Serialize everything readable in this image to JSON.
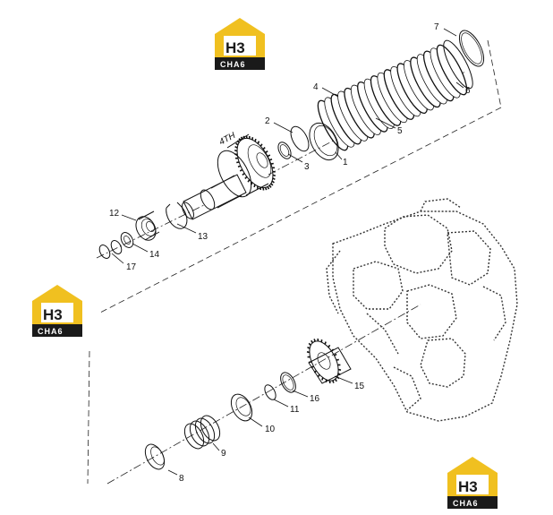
{
  "logos": [
    {
      "top_text": "H3",
      "bottom_text": "CHA6",
      "primary_color": "#f0c020",
      "dark_color": "#1a1a1a"
    },
    {
      "top_text": "H3",
      "bottom_text": "CHA6",
      "primary_color": "#f0c020",
      "dark_color": "#1a1a1a"
    },
    {
      "top_text": "H3",
      "bottom_text": "CHA6",
      "primary_color": "#f0c020",
      "dark_color": "#1a1a1a"
    }
  ],
  "section_label": "4TH",
  "callouts": [
    "1",
    "2",
    "3",
    "4",
    "5",
    "6",
    "7",
    "8",
    "9",
    "10",
    "11",
    "12",
    "13",
    "14",
    "15",
    "16",
    "17"
  ]
}
